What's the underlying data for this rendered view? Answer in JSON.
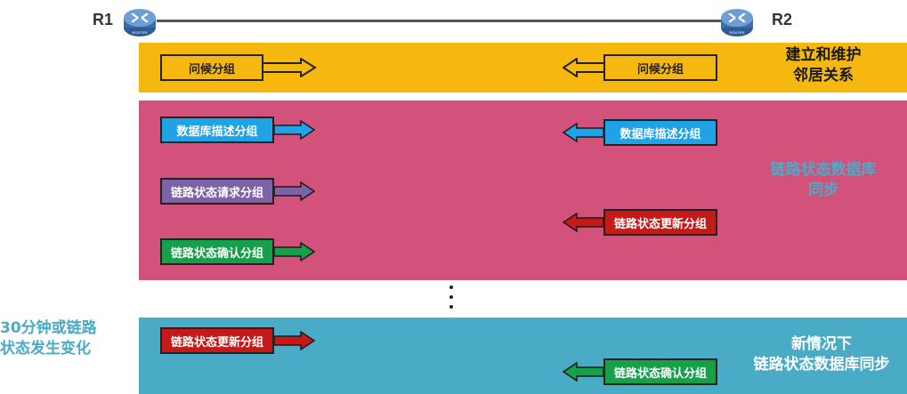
{
  "routers": {
    "r1_label": "R1",
    "r2_label": "R2",
    "router_caption": "ROUTER"
  },
  "hello": {
    "left_label": "问候分组",
    "right_label": "问候分组",
    "phase_label_line1": "建立和维护",
    "phase_label_line2": "邻居关系"
  },
  "sync": {
    "left_dbd": "数据库描述分组",
    "right_dbd": "数据库描述分组",
    "left_lsr": "链路状态请求分组",
    "right_lsu": "链路状态更新分组",
    "left_lsack": "链路状态确认分组",
    "phase_label_line1": "链路状态数据库",
    "phase_label_line2": "同步"
  },
  "update": {
    "trigger_line1": "30分钟或链路",
    "trigger_line2": "状态发生变化",
    "left_lsu": "链路状态更新分组",
    "right_lsack": "链路状态确认分组",
    "phase_label_line1": "新情况下",
    "phase_label_line2": "链路状态数据库同步"
  },
  "colors": {
    "hello_band": "#f6b70f",
    "sync_band": "#d2527b",
    "update_band": "#4aabc6",
    "dbd": "#1fa2e6",
    "lsr": "#7e62a8",
    "lsu": "#c41a1a",
    "lsack": "#17a04a",
    "phase_text": "#4aabc6",
    "trigger_text": "#4aabc6"
  },
  "icons": {
    "router": "router-icon"
  }
}
